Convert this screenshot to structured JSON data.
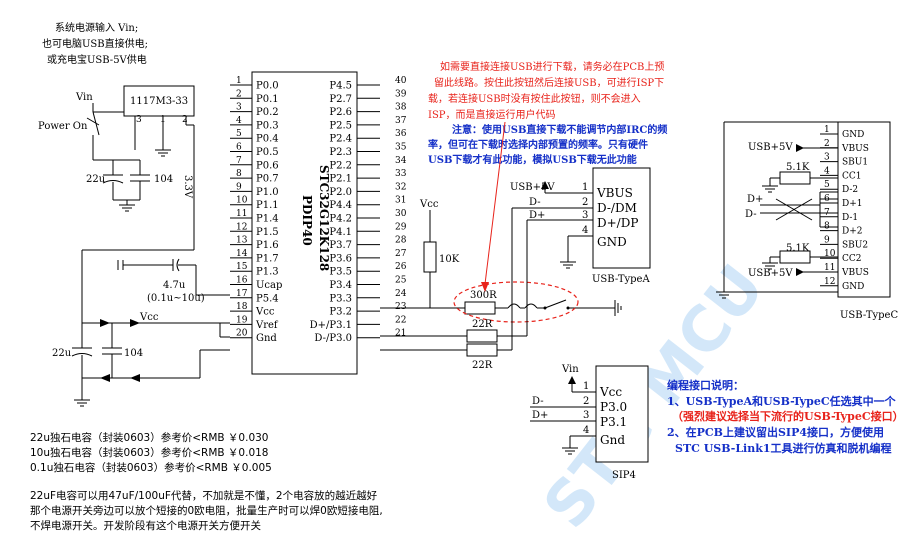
{
  "power": {
    "input_note": [
      "系统电源输入 Vin;",
      "也可电脑USB直接供电;",
      "或充电宝USB-5V供电"
    ],
    "vin_label": "Vin",
    "switch_label": "Power On",
    "regulator_name": "1117M3-33",
    "regulator_pins": [
      "3",
      "1",
      "2"
    ],
    "rail_33": "3.3V",
    "cap_in_1": "22u",
    "cap_in_2": "104",
    "cap_lower_1": "22u",
    "cap_lower_2": "104",
    "vcc_label": "Vcc"
  },
  "mcu": {
    "name": "STC32G12K128",
    "package": "PDIP40",
    "left_pins": [
      {
        "num": "1",
        "name": "P0.0"
      },
      {
        "num": "2",
        "name": "P0.1"
      },
      {
        "num": "3",
        "name": "P0.2"
      },
      {
        "num": "4",
        "name": "P0.3"
      },
      {
        "num": "5",
        "name": "P0.4"
      },
      {
        "num": "6",
        "name": "P0.5"
      },
      {
        "num": "7",
        "name": "P0.6"
      },
      {
        "num": "8",
        "name": "P0.7"
      },
      {
        "num": "9",
        "name": "P1.0"
      },
      {
        "num": "10",
        "name": "P1.1"
      },
      {
        "num": "11",
        "name": "P1.4"
      },
      {
        "num": "12",
        "name": "P1.5"
      },
      {
        "num": "13",
        "name": "P1.6"
      },
      {
        "num": "14",
        "name": "P1.7"
      },
      {
        "num": "15",
        "name": "P1.3"
      },
      {
        "num": "16",
        "name": "Ucap"
      },
      {
        "num": "17",
        "name": "P5.4"
      },
      {
        "num": "18",
        "name": "Vcc"
      },
      {
        "num": "19",
        "name": "Vref"
      },
      {
        "num": "20",
        "name": "Gnd"
      }
    ],
    "right_pins": [
      {
        "num": "40",
        "name": "P4.5"
      },
      {
        "num": "39",
        "name": "P2.7"
      },
      {
        "num": "38",
        "name": "P2.6"
      },
      {
        "num": "37",
        "name": "P2.5"
      },
      {
        "num": "36",
        "name": "P2.4"
      },
      {
        "num": "35",
        "name": "P2.3"
      },
      {
        "num": "34",
        "name": "P2.2"
      },
      {
        "num": "33",
        "name": "P2.1"
      },
      {
        "num": "32",
        "name": "P2.0"
      },
      {
        "num": "31",
        "name": "P4.4"
      },
      {
        "num": "30",
        "name": "P4.2"
      },
      {
        "num": "29",
        "name": "P4.1"
      },
      {
        "num": "28",
        "name": "P3.7"
      },
      {
        "num": "27",
        "name": "P3.6"
      },
      {
        "num": "26",
        "name": "P3.5"
      },
      {
        "num": "25",
        "name": "P3.4"
      },
      {
        "num": "24",
        "name": "P3.3"
      },
      {
        "num": "23",
        "name": "P3.2"
      },
      {
        "num": "22",
        "name": "D+/P3.1"
      },
      {
        "num": "21",
        "name": "D-/P3.0"
      }
    ],
    "ucap_cap": "4.7u",
    "ucap_range": "(0.1u~10u)"
  },
  "usb_path": {
    "pullup_vcc": "Vcc",
    "pullup_res": "10K",
    "r_300": "300R",
    "r_22a": "22R",
    "r_22b": "22R",
    "note_red": [
      "如需要直接连接USB进行下载，请务必在PCB上预",
      "留此线路。按住此按钮然后连接USB，可进行ISP下",
      "载，若连接USB时没有按住此按钮，则不会进入",
      "ISP，而是直接运行用户代码"
    ],
    "note_blue": [
      "注意：使用USB直接下载不能调节内部IRC的频",
      "率，但可在下载时选择内部预置的频率。只有硬件",
      "USB下载才有此功能，模拟USB下载无此功能"
    ]
  },
  "usb_a": {
    "title": "USB-TypeA",
    "rail": "USB+5V",
    "pins": [
      {
        "num": "1",
        "name": "VBUS"
      },
      {
        "num": "2",
        "name": "D-/DM"
      },
      {
        "num": "3",
        "name": "D+/DP"
      },
      {
        "num": "4",
        "name": "GND"
      }
    ],
    "d_minus": "D-",
    "d_plus": "D+"
  },
  "usb_c": {
    "title": "USB-TypeC",
    "rail_top": "USB+5V",
    "rail_bottom": "USB+5V",
    "res_top": "5.1K",
    "res_bottom": "5.1K",
    "d_plus": "D+",
    "d_minus": "D-",
    "pins": [
      {
        "num": "1",
        "name": "GND"
      },
      {
        "num": "2",
        "name": "VBUS"
      },
      {
        "num": "3",
        "name": "SBU1"
      },
      {
        "num": "4",
        "name": "CC1"
      },
      {
        "num": "5",
        "name": "D-2"
      },
      {
        "num": "6",
        "name": "D+1"
      },
      {
        "num": "7",
        "name": "D-1"
      },
      {
        "num": "8",
        "name": "D+2"
      },
      {
        "num": "9",
        "name": "SBU2"
      },
      {
        "num": "10",
        "name": "CC2"
      },
      {
        "num": "11",
        "name": "VBUS"
      },
      {
        "num": "12",
        "name": "GND"
      }
    ]
  },
  "sip4": {
    "title": "SIP4",
    "vin": "Vin",
    "d_minus": "D-",
    "d_plus": "D+",
    "pins": [
      {
        "num": "1",
        "name": "Vcc"
      },
      {
        "num": "2",
        "name": "P3.0"
      },
      {
        "num": "3",
        "name": "P3.1"
      },
      {
        "num": "4",
        "name": "Gnd"
      }
    ]
  },
  "programming": {
    "title": "编程接口说明：",
    "line1": "1、USB-TypeA和USB-TypeC任选其中一个",
    "line2": "（强烈建议选择当下流行的USB-TypeC接口）",
    "line3": "2、在PCB上建议留出SIP4接口，方便使用",
    "line4": "STC USB-Link1工具进行仿真和脱机编程"
  },
  "bom": {
    "lines": [
      "22u独石电容（封装0603）参考价<RMB ￥0.030",
      "10u独石电容（封装0603）参考价<RMB ￥0.018",
      "0.1u独石电容（封装0603）参考价<RMB ￥0.005"
    ],
    "notes": [
      "22uF电容可以用47uF/100uF代替，不加就是不懂，2个电容放的越近越好",
      "那个电源开关旁边可以放个短接的0欧电阻，批量生产时可以焊0欧短接电阻,",
      "不焊电源开关。开发阶段有这个电源开关方便开关"
    ]
  },
  "watermark": "STC MCU",
  "colors": {
    "red": "#e8231b",
    "blue": "#1530c8",
    "watermark": "#c5e0f7"
  }
}
